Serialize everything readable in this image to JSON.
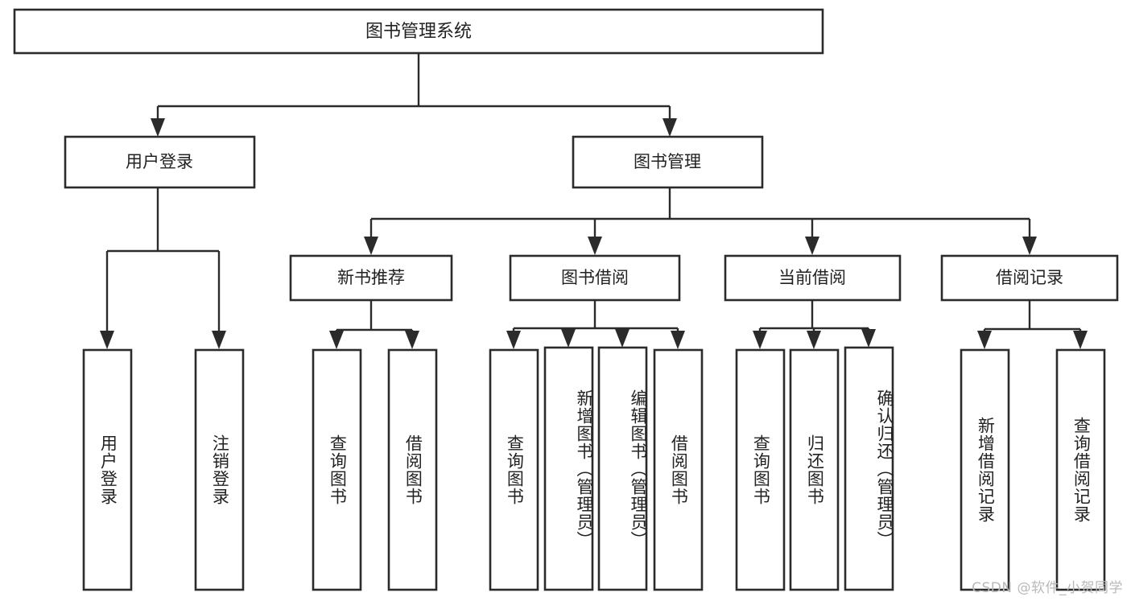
{
  "diagram": {
    "title": "图书管理系统",
    "type": "tree",
    "root": {
      "id": "root",
      "label": "图书管理系统",
      "orientation": "horizontal"
    },
    "level2": [
      {
        "id": "user-login",
        "label": "用户登录",
        "orientation": "horizontal"
      },
      {
        "id": "book-manage",
        "label": "图书管理",
        "orientation": "horizontal"
      }
    ],
    "level3": [
      {
        "id": "new-book-recommend",
        "label": "新书推荐",
        "orientation": "horizontal",
        "parent": "book-manage"
      },
      {
        "id": "book-borrow",
        "label": "图书借阅",
        "orientation": "horizontal",
        "parent": "book-manage"
      },
      {
        "id": "current-borrow",
        "label": "当前借阅",
        "orientation": "horizontal",
        "parent": "book-manage"
      },
      {
        "id": "borrow-record",
        "label": "借阅记录",
        "orientation": "horizontal",
        "parent": "book-manage"
      }
    ],
    "leaves": [
      {
        "id": "leaf-user-login",
        "label": "用户登录",
        "parent": "user-login"
      },
      {
        "id": "leaf-logout-login",
        "label": "注销登录",
        "parent": "user-login"
      },
      {
        "id": "leaf-query-book-1",
        "label": "查询图书",
        "parent": "new-book-recommend"
      },
      {
        "id": "leaf-borrow-book-1",
        "label": "借阅图书",
        "parent": "new-book-recommend"
      },
      {
        "id": "leaf-query-book-2",
        "label": "查询图书",
        "parent": "book-borrow"
      },
      {
        "id": "leaf-add-book",
        "label": "新增图书（管理员）",
        "parent": "book-borrow"
      },
      {
        "id": "leaf-edit-book",
        "label": "编辑图书（管理员）",
        "parent": "book-borrow"
      },
      {
        "id": "leaf-borrow-book-2",
        "label": "借阅图书",
        "parent": "book-borrow"
      },
      {
        "id": "leaf-query-book-3",
        "label": "查询图书",
        "parent": "current-borrow"
      },
      {
        "id": "leaf-return-book",
        "label": "归还图书",
        "parent": "current-borrow"
      },
      {
        "id": "leaf-confirm-return",
        "label": "确认归还（管理员）",
        "parent": "current-borrow"
      },
      {
        "id": "leaf-add-record",
        "label": "新增借阅记录",
        "parent": "borrow-record"
      },
      {
        "id": "leaf-query-record",
        "label": "查询借阅记录",
        "parent": "borrow-record"
      }
    ],
    "colors": {
      "stroke": "#2b2b2b",
      "fill": "#ffffff",
      "text": "#222222",
      "watermark": "#b9b9b9"
    }
  },
  "watermark": {
    "text": "CSDN @软件_小贺同学"
  }
}
